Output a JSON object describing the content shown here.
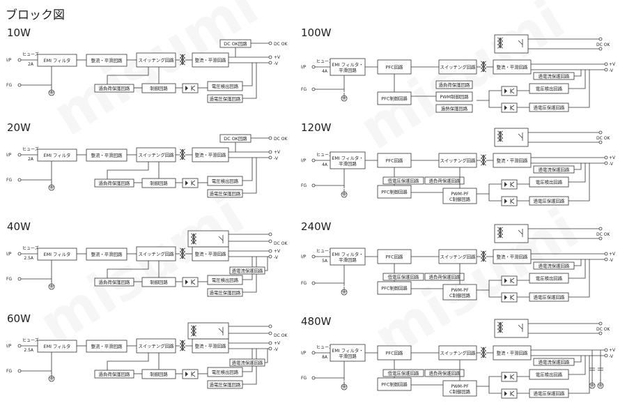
{
  "title": "ブロック図",
  "watermark": "misumi",
  "labels": {
    "ip": "I/P",
    "fg": "FG",
    "fuse": "ヒューズ",
    "dc_ok": "DC OK",
    "dc_ok_circuit": "DC OK回路",
    "plus_v": "+V",
    "minus_v": "-V",
    "emi_filter": "EMI フィルタ",
    "emi_filter_smooth": "EMI フィルタ・平滑回路",
    "rectifier": "整流・平滑回路",
    "switching": "スイッチング回路",
    "overload": "過負荷保護回路",
    "control": "制御回路",
    "voltage_detect": "電圧検出回路",
    "overvoltage": "過電圧保護回路",
    "overcurrent": "過電流保護回路",
    "pfc": "PFC回路",
    "pfc_control": "PFC制御回路",
    "pwm_control": "PWM制御回路",
    "pwm_pfc_control": "PWM-PFC制御回路",
    "overheat": "過熱保護回路",
    "undervoltage": "低電圧保護回路"
  },
  "blocks": [
    {
      "id": "10w",
      "watts": "10W",
      "fuse": "2A"
    },
    {
      "id": "20w",
      "watts": "20W",
      "fuse": "2A"
    },
    {
      "id": "40w",
      "watts": "40W",
      "fuse": "2.5A"
    },
    {
      "id": "60w",
      "watts": "60W",
      "fuse": "2.5A"
    },
    {
      "id": "100w",
      "watts": "100W",
      "fuse": "4A"
    },
    {
      "id": "120w",
      "watts": "120W",
      "fuse": "4A"
    },
    {
      "id": "240w",
      "watts": "240W",
      "fuse": "5A"
    },
    {
      "id": "480w",
      "watts": "480W",
      "fuse": "8A"
    }
  ]
}
